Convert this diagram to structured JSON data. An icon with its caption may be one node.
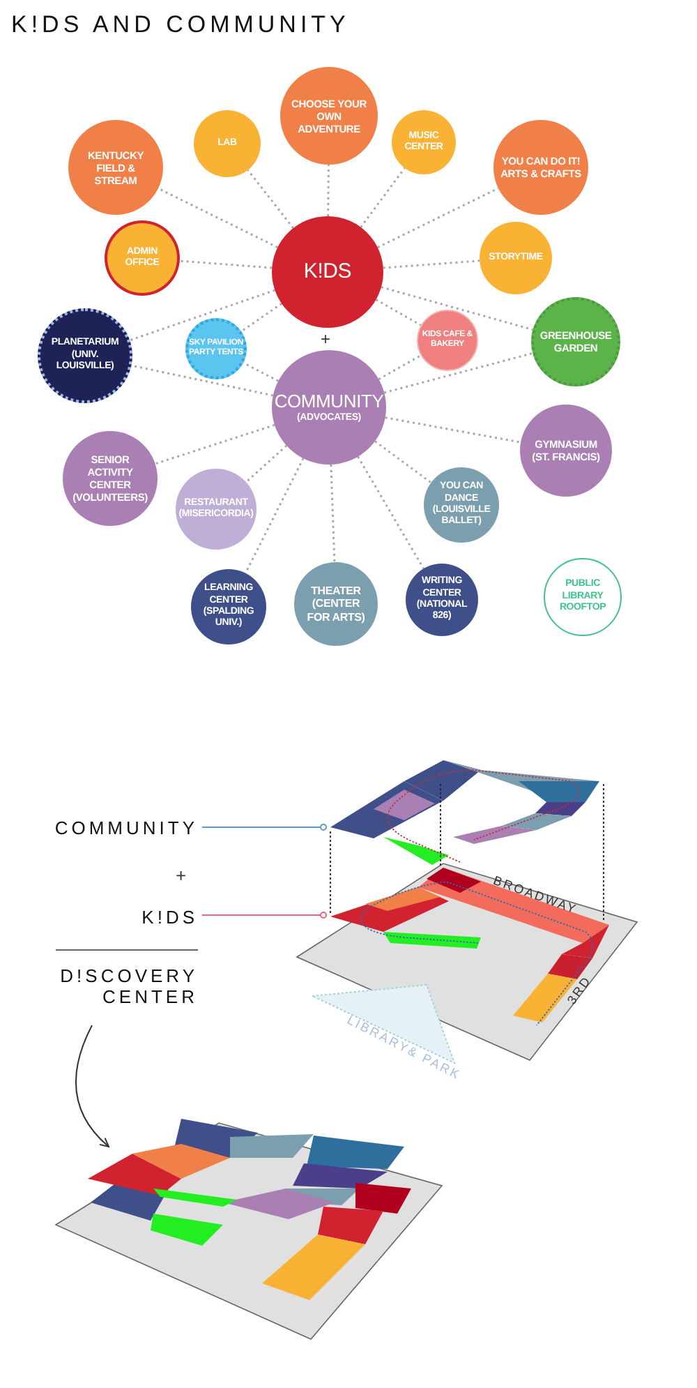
{
  "diagram": {
    "title": "K!DS AND COMMUNITY",
    "nodes": [
      {
        "text": [
          "CHOOSE YOUR OWN ADVENTURE"
        ]
      },
      {
        "text": [
          "LAB"
        ]
      },
      {
        "text": [
          "MUSIC CENTER"
        ]
      },
      {
        "text": [
          "KENTUCKY FIELD & STREAM"
        ]
      },
      {
        "text": [
          "YOU CAN DO IT! ARTS & CRAFTS"
        ]
      },
      {
        "text": [
          "ADMIN OFFICE"
        ]
      },
      {
        "text": [
          "K!DS"
        ]
      },
      {
        "text": [
          "STORYTIME"
        ]
      },
      {
        "text": [
          "PLANETARIUM (UNIV. LOUISVILLE)"
        ]
      },
      {
        "text": [
          "SKY PAVILION PARTY TENTS"
        ]
      },
      {
        "text": [
          "KIDS CAFE & BAKERY"
        ]
      },
      {
        "text": [
          "GREENHOUSE GARDEN"
        ]
      },
      {
        "text": [
          "COMMUNITY",
          "(ADVOCATES)"
        ]
      },
      {
        "text": [
          "GYMNASIUM (ST. FRANCIS)"
        ]
      },
      {
        "text": [
          "SENIOR ACTIVITY CENTER (VOLUNTEERS)"
        ]
      },
      {
        "text": [
          "RESTAURANT (MISERICORDIA)"
        ]
      },
      {
        "text": [
          "YOU CAN DANCE (LOUISVILLE BALLET)"
        ]
      },
      {
        "text": [
          "LEARNING CENTER (SPALDING UNIV.)"
        ]
      },
      {
        "text": [
          "THEATER (CENTER FOR ARTS)"
        ]
      },
      {
        "text": [
          "WRITING CENTER (NATIONAL 826)"
        ]
      },
      {
        "text": [
          "PUBLIC LIBRARY ROOFTOP"
        ]
      },
      {
        "text": [
          "COMMUNITY"
        ]
      },
      {
        "text": [],
        "shape": "picture"
      },
      {
        "text": [
          "K!DS"
        ]
      },
      {
        "text": [],
        "shape": "picture"
      },
      {
        "text": [
          "D!SCOVERY CENTER"
        ]
      },
      {
        "text": [
          "LIBRARY& PARK"
        ]
      },
      {
        "text": [],
        "shape": "picture"
      }
    ],
    "edges": [
      {
        "from": 6,
        "to": 0,
        "arrow": "none",
        "style": "dashed"
      },
      {
        "from": 6,
        "to": 1,
        "arrow": "none",
        "style": "dashed"
      },
      {
        "from": 6,
        "to": 2,
        "arrow": "none",
        "style": "dashed"
      },
      {
        "from": 6,
        "to": 3,
        "arrow": "none",
        "style": "dashed"
      },
      {
        "from": 6,
        "to": 4,
        "arrow": "none",
        "style": "dashed"
      },
      {
        "from": 6,
        "to": 5,
        "arrow": "none",
        "style": "dashed"
      },
      {
        "from": 6,
        "to": 7,
        "arrow": "none",
        "style": "dashed"
      },
      {
        "from": 6,
        "to": 8,
        "arrow": "none",
        "style": "dashed"
      },
      {
        "from": 6,
        "to": 9,
        "arrow": "none",
        "style": "dashed"
      },
      {
        "from": 6,
        "to": 10,
        "arrow": "none",
        "style": "dashed"
      },
      {
        "from": 6,
        "to": 11,
        "arrow": "none",
        "style": "dashed"
      },
      {
        "from": 12,
        "to": 8,
        "arrow": "none",
        "style": "dashed"
      },
      {
        "from": 12,
        "to": 9,
        "arrow": "none",
        "style": "dashed"
      },
      {
        "from": 12,
        "to": 10,
        "arrow": "none",
        "style": "dashed"
      },
      {
        "from": 12,
        "to": 11,
        "arrow": "none",
        "style": "dashed"
      },
      {
        "from": 12,
        "to": 13,
        "arrow": "none",
        "style": "dashed"
      },
      {
        "from": 12,
        "to": 14,
        "arrow": "none",
        "style": "dashed"
      },
      {
        "from": 12,
        "to": 15,
        "arrow": "none",
        "style": "dashed"
      },
      {
        "from": 12,
        "to": 16,
        "arrow": "none",
        "style": "dashed"
      },
      {
        "from": 12,
        "to": 17,
        "arrow": "none",
        "style": "dashed"
      },
      {
        "from": 12,
        "to": 18,
        "arrow": "none",
        "style": "dashed"
      },
      {
        "from": 12,
        "to": 19,
        "arrow": "none",
        "style": "dashed"
      },
      {
        "from": 22,
        "to": 24,
        "arrow": "none",
        "style": "dashed",
        "color": "#222222"
      },
      {
        "from": 22,
        "to": 24,
        "arrow": "none",
        "style": "dashed",
        "color": "#222222"
      },
      {
        "from": 22,
        "to": 24,
        "arrow": "none",
        "style": "dashed",
        "color": "#222222"
      },
      {
        "from": 21,
        "to": 22,
        "arrow": "other",
        "color": "#5b9bc4"
      },
      {
        "from": 23,
        "to": 24,
        "arrow": "other",
        "color": "#e8677a"
      },
      {
        "from": 25,
        "to": 27,
        "arrow": "to",
        "color": "#333333"
      }
    ],
    "labels": [
      "+",
      "+",
      "BROADWAY",
      "3RD"
    ]
  }
}
